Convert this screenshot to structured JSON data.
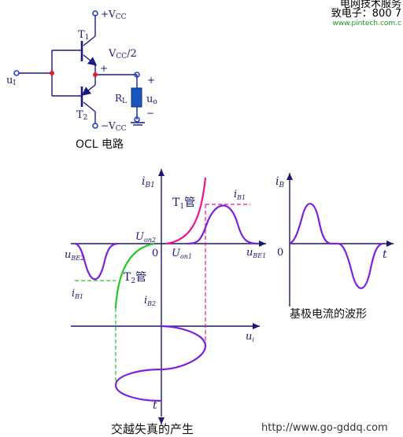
{
  "header": {
    "line1": "电网技术服务",
    "line2": "致电子：800 7",
    "site": "www.pintech.com.c"
  },
  "circuit": {
    "vcc_pos": "+V",
    "vcc_pos_sub": "CC",
    "vcc_neg": "−V",
    "vcc_neg_sub": "CC",
    "t1": "T",
    "t1_sub": "1",
    "t2": "T",
    "t2_sub": "2",
    "mid_label": "V",
    "mid_sub": "CC",
    "mid_suffix": "/2",
    "plus_mid": "+",
    "plus_out": "+",
    "minus_out": "−",
    "rl": "R",
    "rl_sub": "L",
    "ui": "u",
    "ui_sub": "I",
    "uo": "u",
    "uo_sub": "o",
    "caption": "OCL 电路"
  },
  "transfer": {
    "ib1": "i",
    "ib1_sub": "B1",
    "ib2": "i",
    "ib2_sub": "B2",
    "t1_label": "T",
    "t1_sub": "1",
    "t1_suffix": "管",
    "t2_label": "T",
    "t2_sub": "2",
    "t2_suffix": "管",
    "uon2": "U",
    "uon2_sub": "on2",
    "uon1": "U",
    "uon1_sub": "on1",
    "zero": "0",
    "ube1": "u",
    "ube1_sub": "BE1",
    "ube2": "u",
    "ube2_sub": "BE2",
    "ib1_peak": "i",
    "ib1_peak_sub": "B1",
    "ib1_neg": "i",
    "ib1_neg_sub": "B1",
    "ui_axis": "u",
    "ui_axis_sub": "i",
    "t_axis": "t",
    "caption": "交越失真的产生"
  },
  "base_wave": {
    "ib": "i",
    "ib_sub": "B",
    "zero": "0",
    "t_axis": "t",
    "caption": "基极电流的波形"
  },
  "footer": {
    "url": "http://www.go-gddq.com"
  },
  "colors": {
    "wire": "#1a1a80",
    "node": "#e02020",
    "terminal": "#2040d0",
    "resistor": "#1a55c0",
    "purple": "#7b22e0",
    "pink": "#f0128a",
    "green": "#28c828",
    "text": "#1a1a70"
  }
}
